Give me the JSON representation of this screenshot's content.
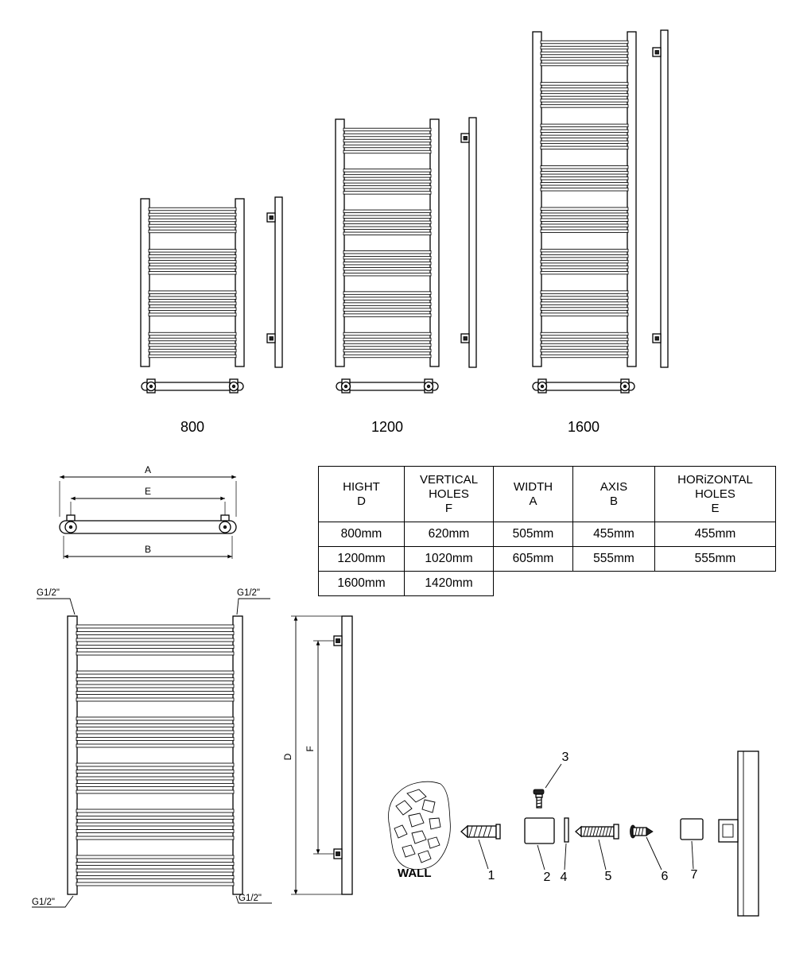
{
  "sizes": {
    "s800": {
      "label": "800"
    },
    "s1200": {
      "label": "1200"
    },
    "s1600": {
      "label": "1600"
    }
  },
  "top_view": {
    "dim_a": "A",
    "dim_e": "E",
    "dim_b": "B"
  },
  "spec_table": {
    "headers": [
      "HIGHT\nD",
      "VERTICAL\nHOLES\nF",
      "WIDTH\nA",
      "AXIS\nB",
      "HORiZONTAL\nHOLES\nE"
    ],
    "rows": [
      [
        "800mm",
        "620mm",
        "505mm",
        "455mm",
        "455mm"
      ],
      [
        "1200mm",
        "1020mm",
        "605mm",
        "555mm",
        "555mm"
      ],
      [
        "1600mm",
        "1420mm"
      ]
    ]
  },
  "front_detail": {
    "fitting_label": "G1/2\""
  },
  "side_view": {
    "dim_d": "D",
    "dim_f": "F"
  },
  "mounting": {
    "wall_label": "WALL",
    "wall_label_color": "#f04e23",
    "parts": [
      "1",
      "2",
      "3",
      "4",
      "5",
      "6",
      "7"
    ]
  }
}
